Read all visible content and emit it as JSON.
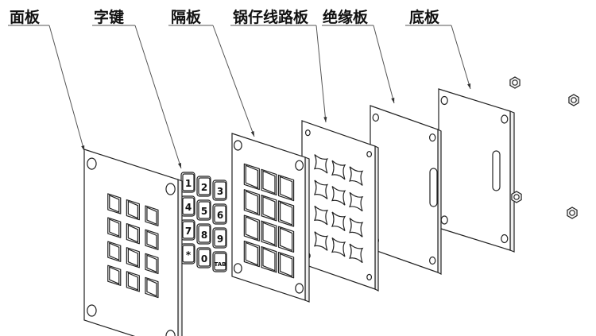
{
  "diagram": {
    "title": "Keypad exploded view",
    "line_color": "#222222",
    "leader_color": "#555555",
    "labels": [
      {
        "id": "panel",
        "text": "面板"
      },
      {
        "id": "keys",
        "text": "字键"
      },
      {
        "id": "spacer",
        "text": "隔板"
      },
      {
        "id": "pcb",
        "text": "锅仔线路板"
      },
      {
        "id": "insulator",
        "text": "绝缘板"
      },
      {
        "id": "base",
        "text": "底板"
      }
    ],
    "keycaps": [
      "1",
      "2",
      "3",
      "4",
      "5",
      "6",
      "7",
      "8",
      "9",
      "*",
      "0",
      "TAB"
    ],
    "grid": {
      "rows": 4,
      "cols": 3
    },
    "nuts_count": 4
  }
}
